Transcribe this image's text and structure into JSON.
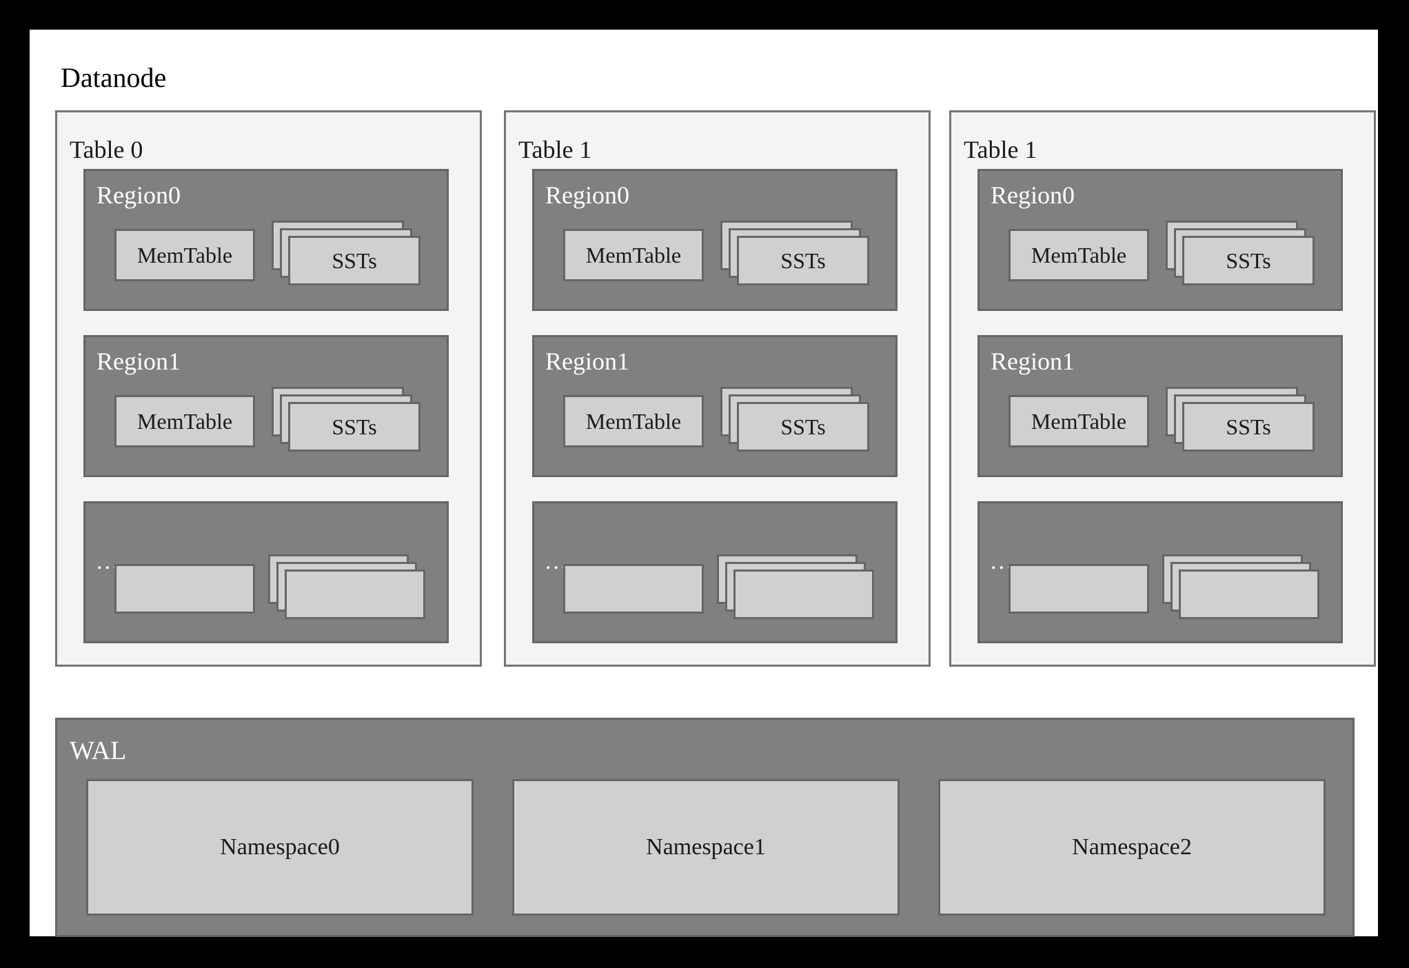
{
  "diagram": {
    "title": "Datanode",
    "background_color": "#000000",
    "canvas_color": "#ffffff",
    "panel_color": "#f4f4f4",
    "region_color": "#808080",
    "box_color": "#d0d0d0",
    "border_color": "#666666"
  },
  "tables": [
    {
      "label": "Table 0",
      "regions": [
        {
          "label": "Region0",
          "memtable": "MemTable",
          "ssts": "SSTs",
          "blank": false
        },
        {
          "label": "Region1",
          "memtable": "MemTable",
          "ssts": "SSTs",
          "blank": false
        },
        {
          "label": "...",
          "memtable": "",
          "ssts": "",
          "blank": true
        }
      ]
    },
    {
      "label": "Table 1",
      "regions": [
        {
          "label": "Region0",
          "memtable": "MemTable",
          "ssts": "SSTs",
          "blank": false
        },
        {
          "label": "Region1",
          "memtable": "MemTable",
          "ssts": "SSTs",
          "blank": false
        },
        {
          "label": "...",
          "memtable": "",
          "ssts": "",
          "blank": true
        }
      ]
    },
    {
      "label": "Table 1",
      "regions": [
        {
          "label": "Region0",
          "memtable": "MemTable",
          "ssts": "SSTs",
          "blank": false
        },
        {
          "label": "Region1",
          "memtable": "MemTable",
          "ssts": "SSTs",
          "blank": false
        },
        {
          "label": "...",
          "memtable": "",
          "ssts": "",
          "blank": true
        }
      ]
    }
  ],
  "wal": {
    "label": "WAL",
    "namespaces": [
      "Namespace0",
      "Namespace1",
      "Namespace2"
    ]
  }
}
